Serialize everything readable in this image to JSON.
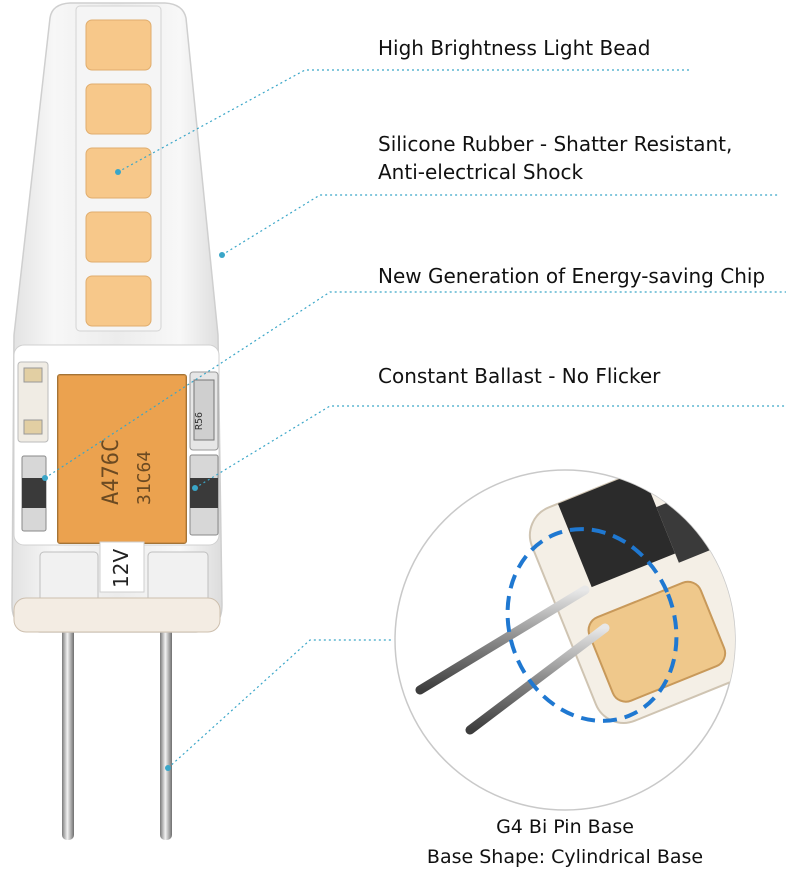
{
  "callouts": [
    {
      "id": "light-bead",
      "lines": [
        "High Brightness Light Bead"
      ]
    },
    {
      "id": "silicone",
      "lines": [
        "Silicone Rubber - Shatter Resistant,",
        "Anti-electrical Shock"
      ]
    },
    {
      "id": "chip",
      "lines": [
        "New Generation of Energy-saving Chip"
      ]
    },
    {
      "id": "ballast",
      "lines": [
        "Constant Ballast - No Flicker"
      ]
    }
  ],
  "base_caption": {
    "line1": "G4 Bi Pin Base",
    "line2": "Base Shape: Cylindrical Base"
  },
  "bulb": {
    "voltage": "12V",
    "chip_text_1": "A476C",
    "chip_text_2": "31C64",
    "resistor_text": "R56"
  },
  "colors": {
    "led": "#f7c88a",
    "chip": "#f2a24e",
    "leader": "#3aa6c8",
    "ring": "#1f78d1"
  }
}
